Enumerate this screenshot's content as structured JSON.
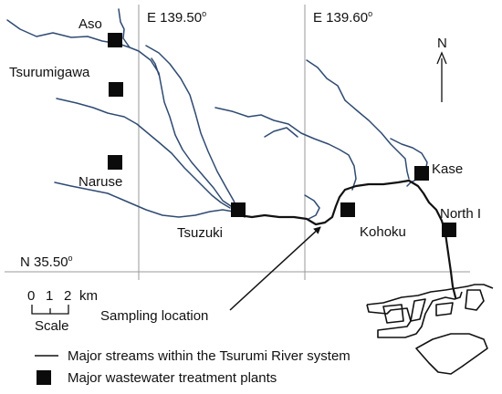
{
  "grid_labels": {
    "lon1": "E 139.50",
    "lon1_deg": "o",
    "lon2": "E 139.60",
    "lon2_deg": "o",
    "lat": "N 35.50",
    "lat_deg": "o"
  },
  "north": {
    "label": "N"
  },
  "plants": [
    {
      "name": "Aso"
    },
    {
      "name": "Tsurumigawa"
    },
    {
      "name": "Naruse"
    },
    {
      "name": "Tsuzuki"
    },
    {
      "name": "Kohoku"
    },
    {
      "name": "Kase"
    },
    {
      "name": "North I"
    }
  ],
  "sampling": {
    "label": "Sampling location"
  },
  "scale": {
    "ticks": [
      "0",
      "1",
      "2"
    ],
    "unit": "km",
    "label": "Scale"
  },
  "legend": {
    "streams": "Major streams within the Tsurumi River system",
    "plants": "Major wastewater treatment plants"
  }
}
